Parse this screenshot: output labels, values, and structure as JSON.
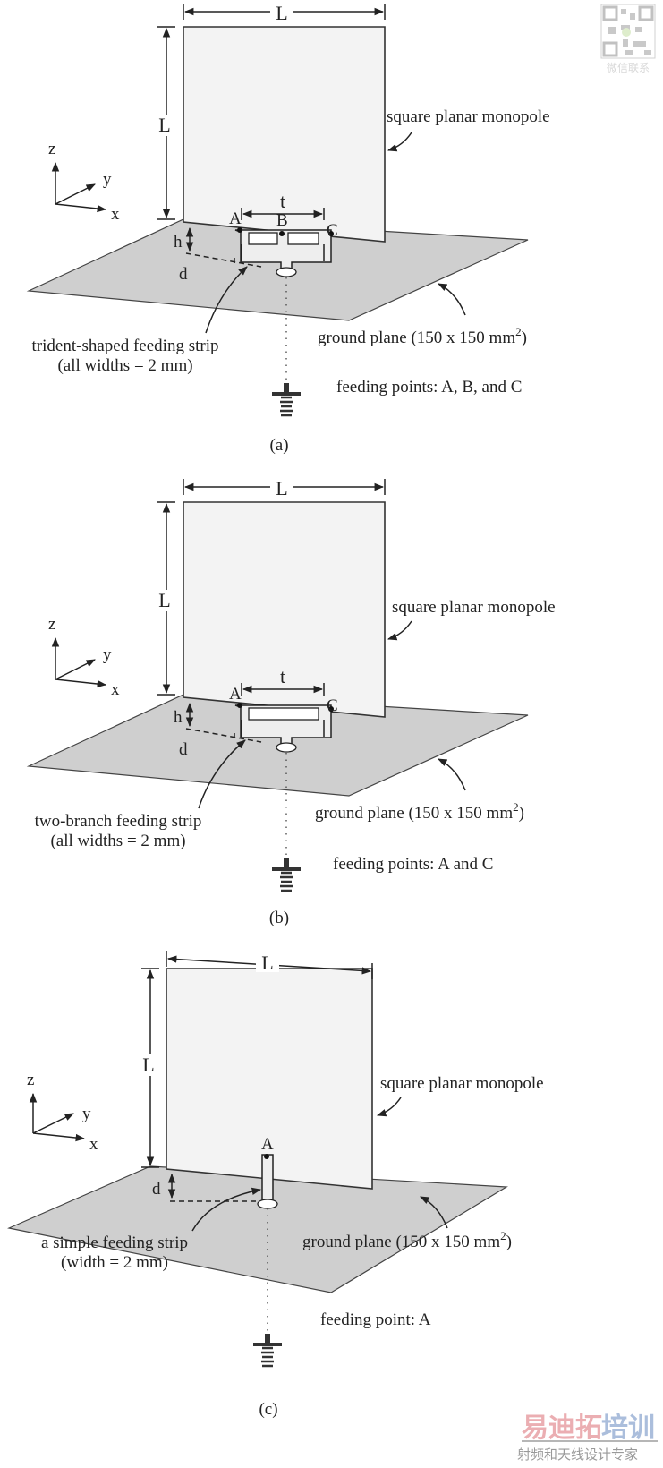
{
  "qr": {
    "caption": "微信联系"
  },
  "watermark": {
    "brand_red": "易迪拓",
    "brand_blue": "培训",
    "subtitle": "射频和天线设计专家"
  },
  "panels": [
    {
      "L_top": "L",
      "L_side": "L",
      "t": "t",
      "h": "h",
      "d": "d",
      "A": "A",
      "B": "B",
      "C": "C",
      "monopole": "square planar monopole",
      "ground": "ground plane (150 x 150 mm",
      "ground_sup": "2",
      "ground_close": ")",
      "strip_line1": "trident-shaped feeding strip",
      "strip_line2": "(all widths = 2 mm)",
      "feeding": "feeding points: A, B, and C",
      "caption": "(a)"
    },
    {
      "L_top": "L",
      "L_side": "L",
      "t": "t",
      "h": "h",
      "d": "d",
      "A": "A",
      "C": "C",
      "monopole": "square planar monopole",
      "ground": "ground plane (150 x 150 mm",
      "ground_sup": "2",
      "ground_close": ")",
      "strip_line1": "two-branch feeding strip",
      "strip_line2": "(all widths = 2 mm)",
      "feeding": "feeding points: A and C",
      "caption": "(b)"
    },
    {
      "L_top": "L",
      "L_side": "L",
      "d": "d",
      "A": "A",
      "monopole": "square planar monopole",
      "ground": "ground plane (150 x 150 mm",
      "ground_sup": "2",
      "ground_close": ")",
      "strip_line1": "a simple feeding strip",
      "strip_line2": "(width = 2 mm)",
      "feeding": "feeding point: A",
      "caption": "(c)"
    }
  ],
  "axes": {
    "z": "z",
    "y": "y",
    "x": "x"
  }
}
